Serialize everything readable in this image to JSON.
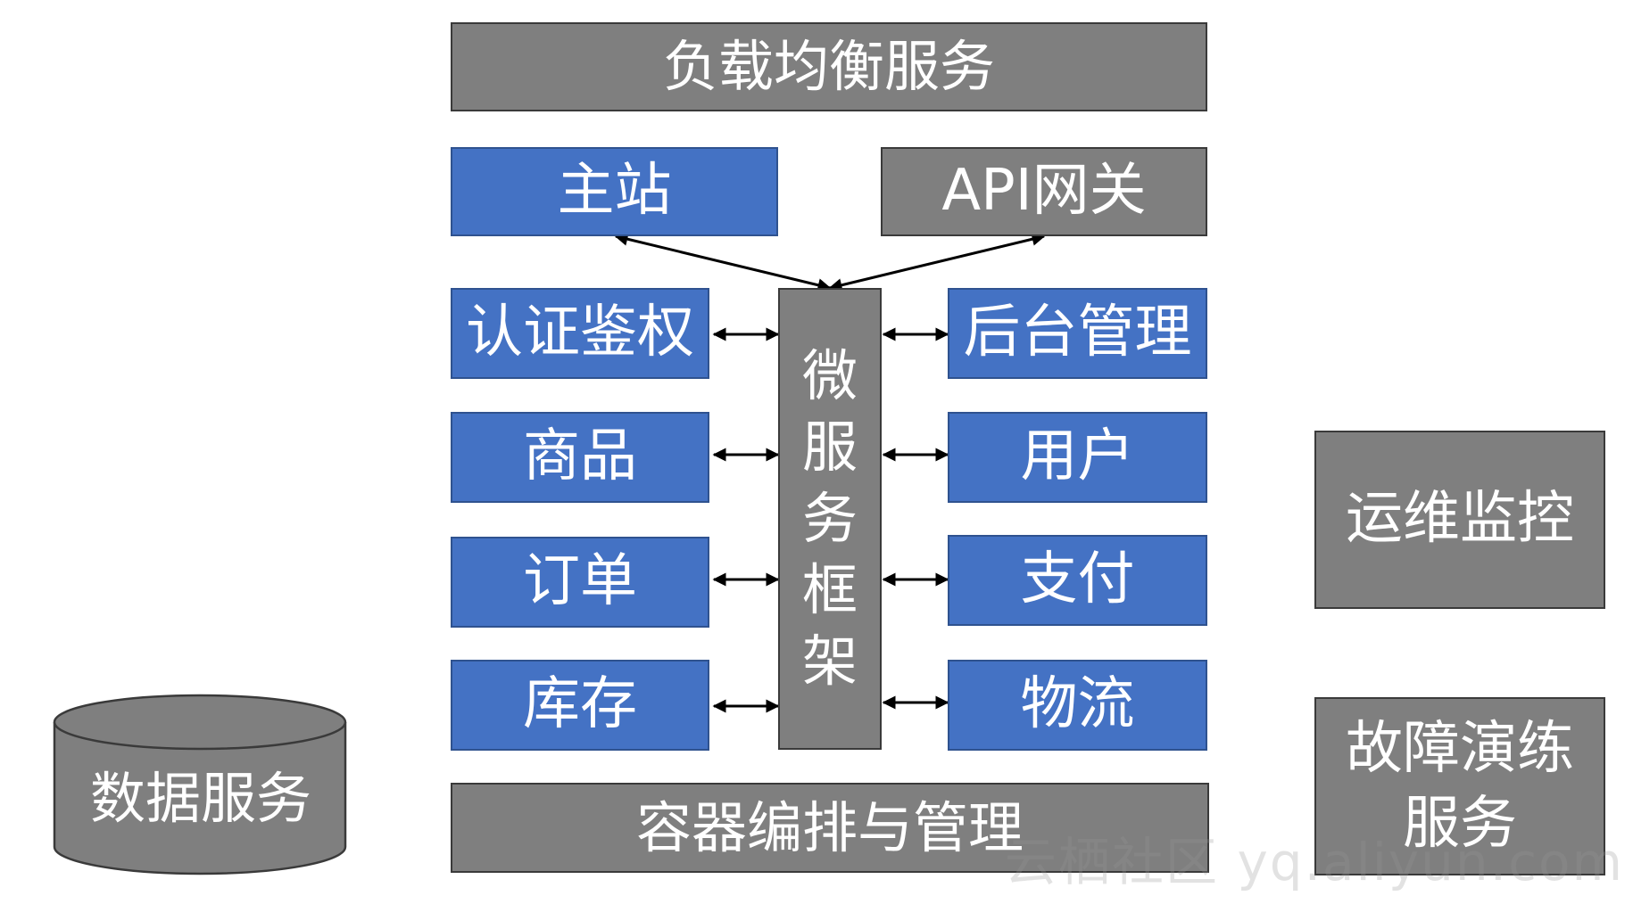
{
  "top_bar": {
    "label": "负载均衡服务"
  },
  "clients": {
    "main_site": "主站",
    "api_gateway": "API网关"
  },
  "framework": {
    "chars": [
      "微",
      "服",
      "务",
      "框",
      "架"
    ]
  },
  "left_services": [
    "认证鉴权",
    "商品",
    "订单",
    "库存"
  ],
  "right_services": [
    "后台管理",
    "用户",
    "支付",
    "物流"
  ],
  "bottom_bar": {
    "label": "容器编排与管理"
  },
  "data_store": {
    "label": "数据服务"
  },
  "side_panels": {
    "monitoring": "运维监控",
    "chaos_lines": [
      "故障演练",
      "服务"
    ]
  },
  "watermark": "云栖社区 yq.aliyun.com",
  "colors": {
    "gray_fill": "#7f7f7f",
    "blue_fill": "#4472c4",
    "arrow": "#000000"
  }
}
